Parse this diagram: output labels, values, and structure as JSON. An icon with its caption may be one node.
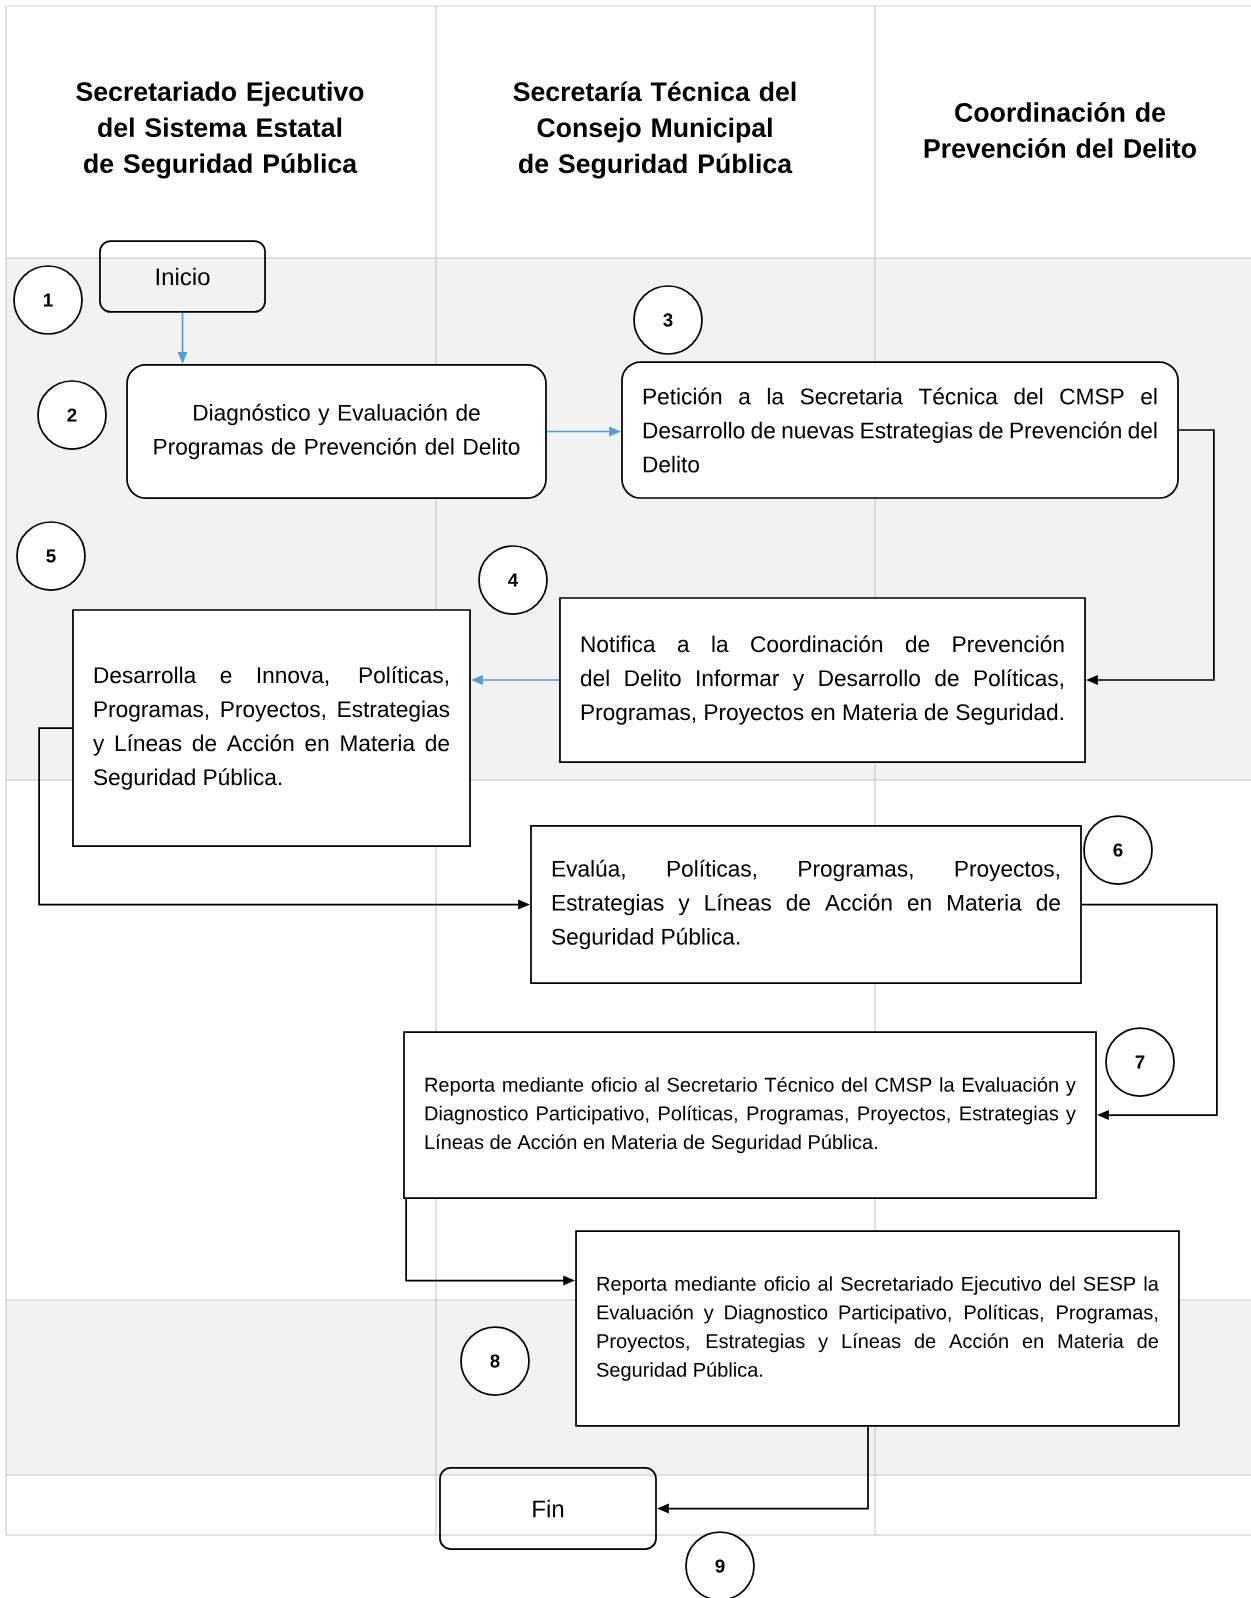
{
  "diagram": {
    "nodes": [
      {
        "text": [
          "Inicio"
        ]
      },
      {
        "text": [
          "Diagnóstico y Evaluación de Programas de Prevención del Delito"
        ]
      },
      {
        "text": [
          "Petición a la Secretaria Técnica del CMSP el Desarrollo de nuevas Estrategias de Prevención del Delito"
        ]
      },
      {
        "text": [
          "Notifica a la Coordinación de Prevención del Delito Informar y Desarrollo de Políticas, Programas, Proyectos en Materia de Seguridad."
        ]
      },
      {
        "text": [
          "Desarrolla e Innova, Políticas, Programas, Proyectos, Estrategias y Líneas de Acción en Materia de Seguridad Pública."
        ]
      },
      {
        "text": [
          "Evalúa, Políticas, Programas, Proyectos, Estrategias y Líneas de Acción en Materia de Seguridad Pública."
        ]
      },
      {
        "text": [
          "Reporta mediante oficio al Secretario Técnico del CMSP la Evaluación y Diagnostico Participativo, Políticas, Programas, Proyectos, Estrategias y Líneas de Acción en Materia de Seguridad Pública."
        ]
      },
      {
        "text": [
          "Reporta mediante oficio al Secretariado Ejecutivo del SESP la Evaluación y Diagnostico Participativo, Políticas, Programas, Proyectos, Estrategias y Líneas de Acción en Materia de Seguridad Pública."
        ]
      },
      {
        "text": [
          "Fin"
        ]
      },
      {
        "text": [
          "1"
        ]
      },
      {
        "text": [
          "2"
        ]
      },
      {
        "text": [
          "3"
        ]
      },
      {
        "text": [
          "5"
        ]
      },
      {
        "text": [
          "4"
        ]
      },
      {
        "text": [
          "6"
        ]
      },
      {
        "text": [
          "7"
        ]
      },
      {
        "text": [
          "8"
        ]
      },
      {
        "text": [
          "9"
        ]
      }
    ],
    "edges": [
      {
        "from": 0,
        "to": 1,
        "arrow": "to",
        "color": "#5b9bd5"
      },
      {
        "from": 1,
        "to": 2,
        "arrow": "to",
        "color": "#5b9bd5"
      },
      {
        "from": 2,
        "to": 3,
        "arrow": "to"
      },
      {
        "from": 3,
        "to": 4,
        "arrow": "to",
        "color": "#5b9bd5"
      },
      {
        "from": 4,
        "to": 5,
        "arrow": "to"
      },
      {
        "from": 5,
        "to": 6,
        "arrow": "to"
      },
      {
        "from": 6,
        "to": 7,
        "arrow": "to"
      },
      {
        "from": 7,
        "to": 8,
        "arrow": "to"
      }
    ],
    "labels": [
      "Secretariado Ejecutivo del Sistema Estatal de Seguridad Pública",
      "Secretaría Técnica del Consejo Municipal de Seguridad Pública",
      "Coordinación de Prevención del Delito"
    ]
  }
}
